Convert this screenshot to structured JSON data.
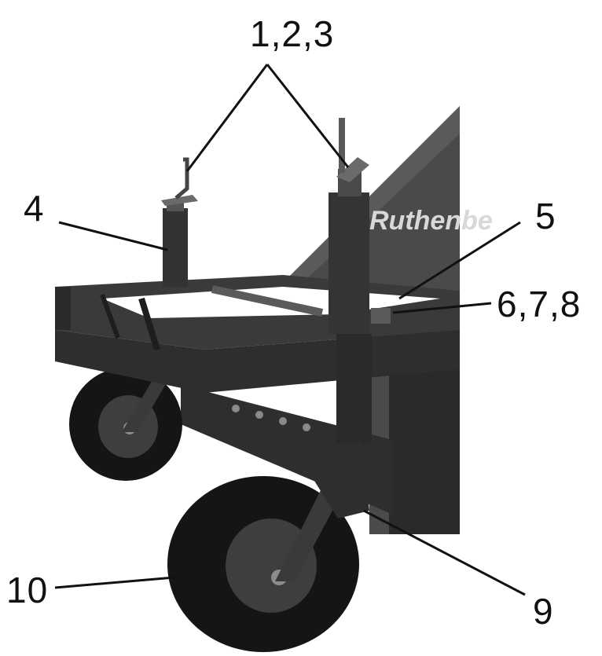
{
  "callouts": {
    "c123": "1,2,3",
    "c4": "4",
    "c5": "5",
    "c678": "6,7,8",
    "c9": "9",
    "c10": "10"
  },
  "machine": {
    "brand_text": "Ruthenbe"
  },
  "colors": {
    "line": "#111111",
    "steel": "#3a3a3a",
    "steel_dark": "#1e1e1e",
    "steel_light": "#6a6a6a",
    "tire": "#151515",
    "hub": "#4a4a4a",
    "background": "#ffffff"
  }
}
